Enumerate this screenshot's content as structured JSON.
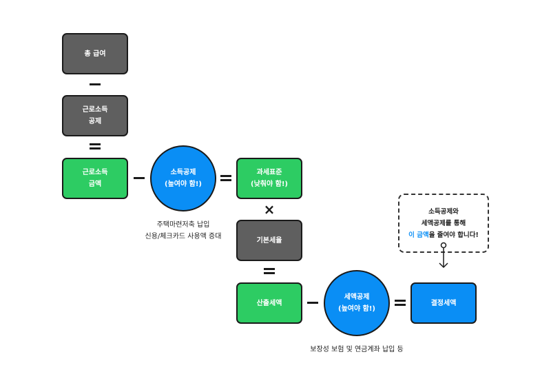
{
  "boxes": {
    "gross_pay": {
      "line1": "총 급여"
    },
    "earned_income_deduction": {
      "line1": "근로소득",
      "line2": "공제"
    },
    "earned_income_amount": {
      "line1": "근로소득",
      "line2": "금액"
    },
    "income_deduction": {
      "line1": "소득공제",
      "line2": "(높여야 함!)"
    },
    "tax_base": {
      "line1": "과세표준",
      "line2": "(낮춰야 함!)"
    },
    "basic_tax_rate": {
      "line1": "기본세율"
    },
    "calculated_tax": {
      "line1": "산출세액"
    },
    "tax_credit": {
      "line1": "세액공제",
      "line2": "(높여야 함!)"
    },
    "final_tax": {
      "line1": "결정세액"
    }
  },
  "notes": {
    "income_deduction": {
      "line1": "주택마련저축 납입",
      "line2": "신용/체크카드 사용액 증대"
    },
    "tax_credit": {
      "line1": "보장성 보험 및 연금계좌 납입 등"
    }
  },
  "callout": {
    "line1": "소득공제와",
    "line2": "세액공제를 통해",
    "line3_highlight": "이 금액",
    "line3_rest": "을 줄여야 합니다!"
  },
  "colors": {
    "gray": "#5f5f5f",
    "green": "#2dcc63",
    "blue": "#0a8ef5"
  }
}
